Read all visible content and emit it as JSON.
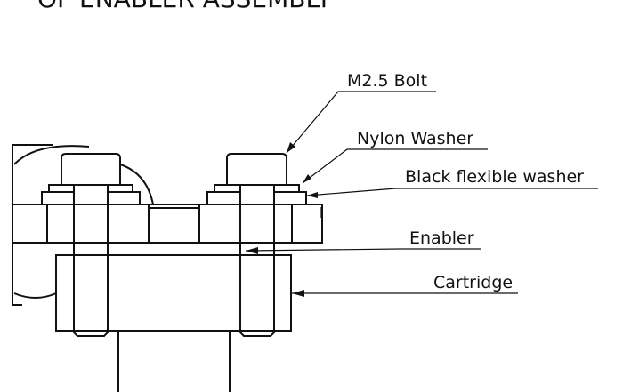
{
  "title": "OF ENABLER ASSEMBLY",
  "labels": {
    "bolt": "M2.5 Bolt",
    "nylon_washer": "Nylon Washer",
    "black_washer": "Black flexible washer",
    "enabler": "Enabler",
    "cartridge": "Cartridge"
  },
  "colors": {
    "line": "#111111",
    "background": "#ffffff"
  }
}
